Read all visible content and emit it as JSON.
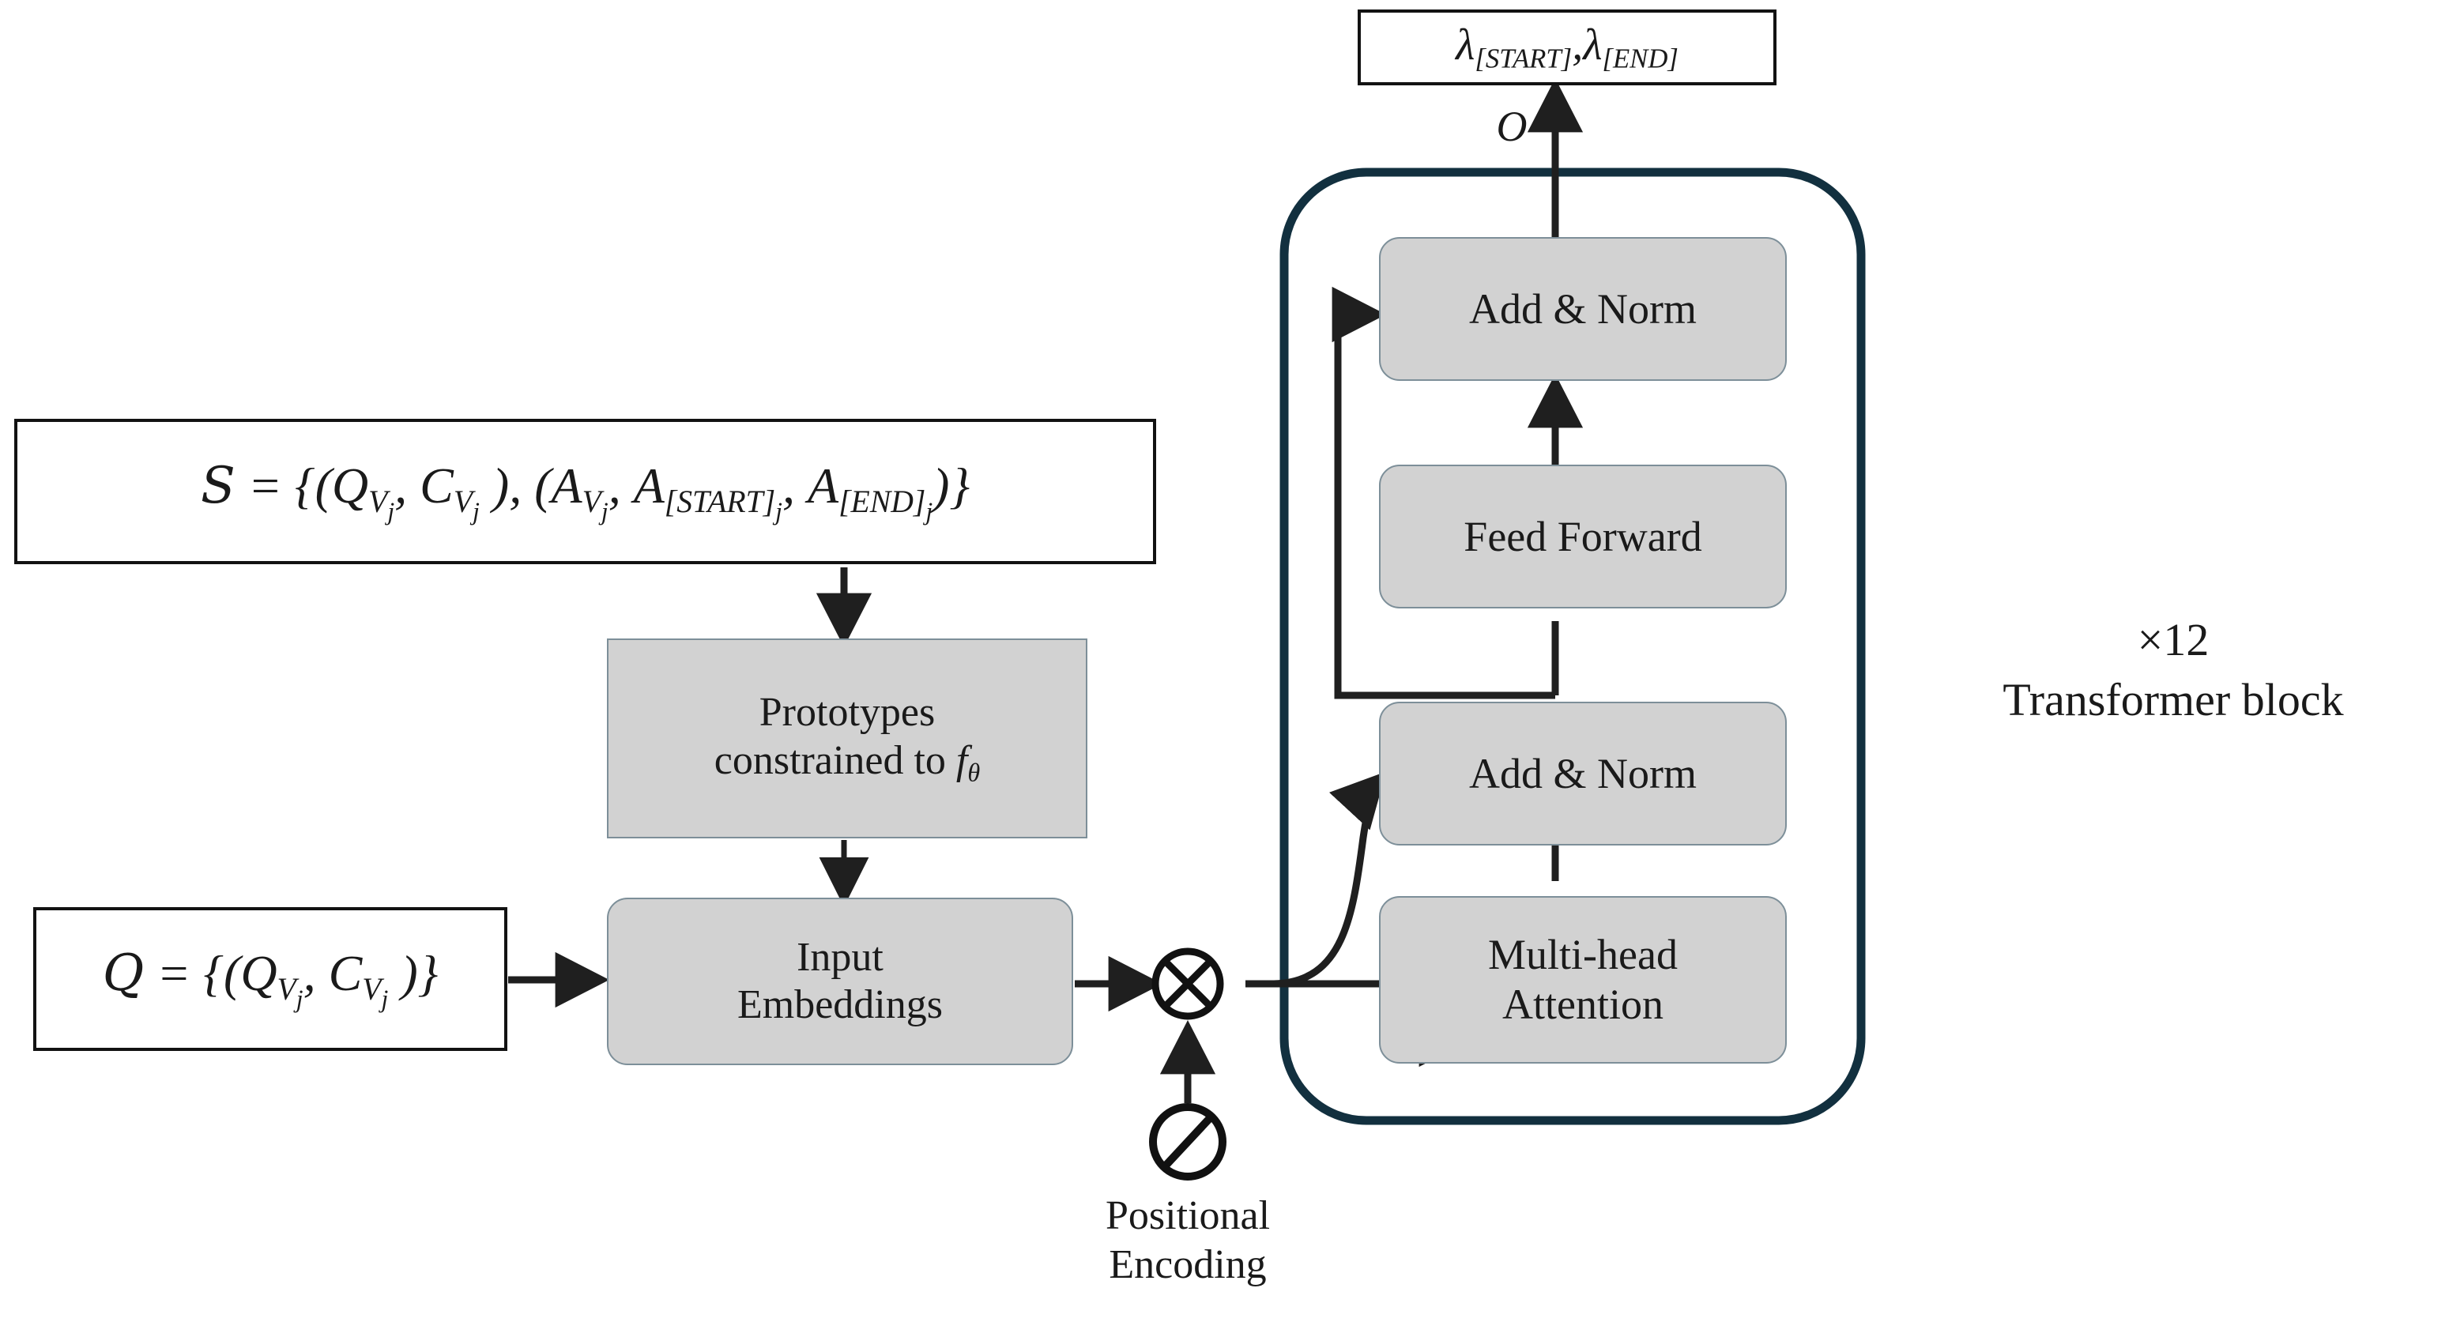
{
  "diagram": {
    "title_present": false,
    "colors": {
      "block_outline": "#12303f",
      "box_fill": "#d2d2d2",
      "box_border": "#7d8f99",
      "arrow": "#1f1f1f",
      "text": "#1a1a1a",
      "background": "#ffffff"
    },
    "output_box": {
      "lambda_symbol": "λ",
      "start_subscript": "[START]",
      "end_subscript": "[END]",
      "separator": ","
    },
    "output_arrow_label": "O",
    "support_set": {
      "name": "S",
      "equals": "=",
      "open_brace": "{",
      "close_brace": "}",
      "pair1": {
        "q": "Q",
        "q_sub": "V",
        "q_sub_sub": "j",
        "c": "C",
        "c_sub": "V",
        "c_sub_sub": "j"
      },
      "pair2": {
        "a": "A",
        "a_sub": "V",
        "a_sub_sub": "j",
        "a_start": "A",
        "a_start_sub": "[START]",
        "a_start_sub_sub": "j",
        "a_end": "A",
        "a_end_sub": "[END]",
        "a_end_sub_sub": "j"
      }
    },
    "query_set": {
      "name": "Q",
      "equals": "=",
      "open_brace": "{",
      "close_brace": "}",
      "pair": {
        "q": "Q",
        "q_sub": "V",
        "q_sub_sub": "j",
        "c": "C",
        "c_sub": "V",
        "c_sub_sub": "j"
      }
    },
    "prototypes_box": {
      "line1": "Prototypes",
      "line2_prefix": "constrained to ",
      "line2_symbol": "f",
      "line2_subscript": "θ"
    },
    "input_embeddings_box": {
      "line1": "Input",
      "line2": "Embeddings"
    },
    "positional_encoding": {
      "line1": "Positional",
      "line2": "Encoding",
      "icon": "slashed-circle-icon"
    },
    "combine_operator": {
      "symbol": "⊗",
      "icon": "circled-times-icon"
    },
    "transformer_block": {
      "blocks": [
        {
          "id": "add-norm-top",
          "label": "Add & Norm"
        },
        {
          "id": "feed-forward",
          "label": "Feed Forward"
        },
        {
          "id": "add-norm-bottom",
          "label": "Add & Norm"
        },
        {
          "id": "multi-head-attention",
          "label_line1": "Multi-head",
          "label_line2": "Attention"
        }
      ],
      "repeat_count": "×12",
      "repeat_label": "Transformer block",
      "attention_input_arrows": 3
    }
  }
}
